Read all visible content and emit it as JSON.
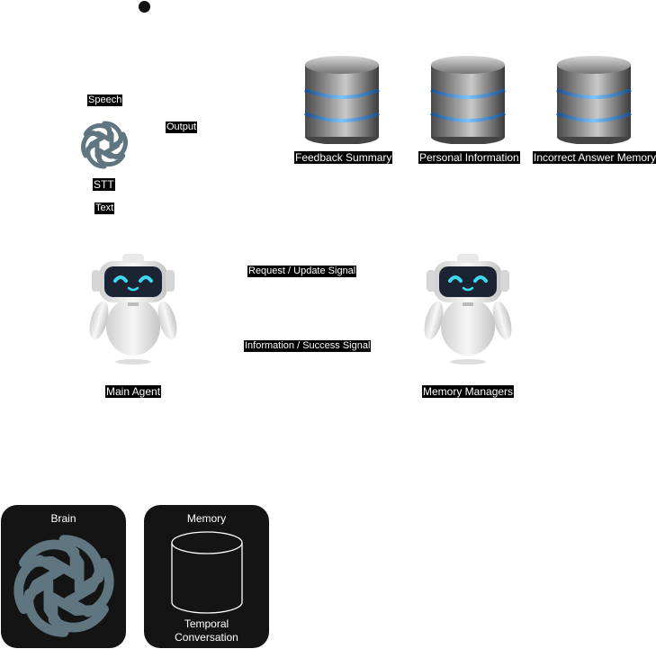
{
  "speech_input": {
    "speech_label": "Speech",
    "output_label": "Output",
    "stt_label": "STT",
    "text_label": "Text",
    "openai_icon": "openai-logo-icon"
  },
  "databases": [
    {
      "label": "Feedback Summary",
      "icon": "database-icon"
    },
    {
      "label": "Personal Information",
      "icon": "database-icon"
    },
    {
      "label": "Incorrect Answer Memory",
      "icon": "database-icon"
    }
  ],
  "agents": {
    "main": {
      "label": "Main Agent",
      "icon": "robot-icon"
    },
    "memory": {
      "label": "Memory Managers",
      "icon": "robot-icon"
    }
  },
  "signals": {
    "request": "Request / Update Signal",
    "response": "Information / Success Signal"
  },
  "legend": {
    "brain": {
      "title": "Brain",
      "icon": "openai-logo-icon"
    },
    "memory": {
      "title": "Memory",
      "line1": "Temporal",
      "line2": "Conversation",
      "icon": "cylinder-icon"
    }
  },
  "colors": {
    "label_bg": "#000000",
    "panel_bg": "#141414",
    "logo_gray": "#5f7680",
    "robot_screen": "#1c2433",
    "robot_eye": "#3fd8f0",
    "db_glow": "#4aa6ff"
  }
}
